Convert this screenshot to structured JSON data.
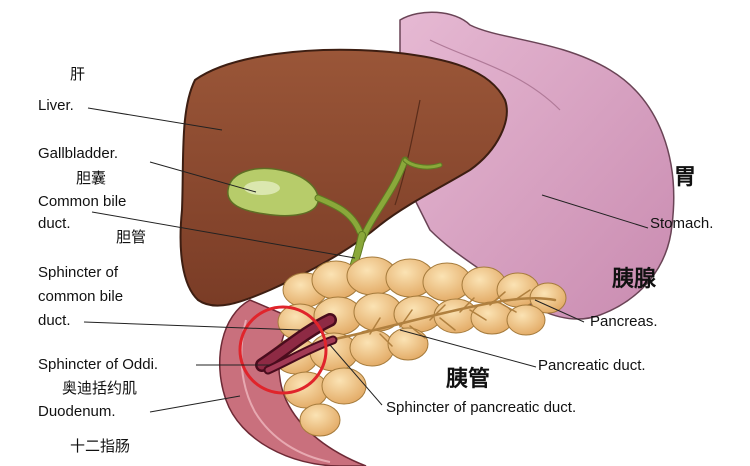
{
  "labels": {
    "liver_cn": "肝",
    "liver": "Liver.",
    "gallbladder": "Gallbladder.",
    "gallbladder_cn": "胆囊",
    "common_bile_duct_1": "Common bile",
    "common_bile_duct_2": "duct.",
    "common_bile_duct_cn": "胆管",
    "sphincter_cbd_1": "Sphincter of",
    "sphincter_cbd_2": "common bile",
    "sphincter_cbd_3": "duct.",
    "sphincter_oddi": "Sphincter of Oddi.",
    "sphincter_oddi_cn": "奥迪括约肌",
    "duodenum": "Duodenum.",
    "duodenum_cn": "十二指肠",
    "stomach_cn": "胃",
    "stomach": "Stomach.",
    "pancreas_cn": "胰腺",
    "pancreas": "Pancreas.",
    "pancreatic_duct": "Pancreatic duct.",
    "pancreatic_duct_cn": "胰管",
    "sphincter_pancreatic_duct": "Sphincter of pancreatic duct."
  },
  "colors": {
    "liver": "#8b4a2f",
    "stomach": "#d8a2c2",
    "gallbladder": "#b7cc6a",
    "bile_duct": "#8aa83a",
    "pancreas": "#f2c98a",
    "duodenum": "#c9707d",
    "sphincter": "#7b1d34",
    "highlight_circle": "#e0242b"
  }
}
